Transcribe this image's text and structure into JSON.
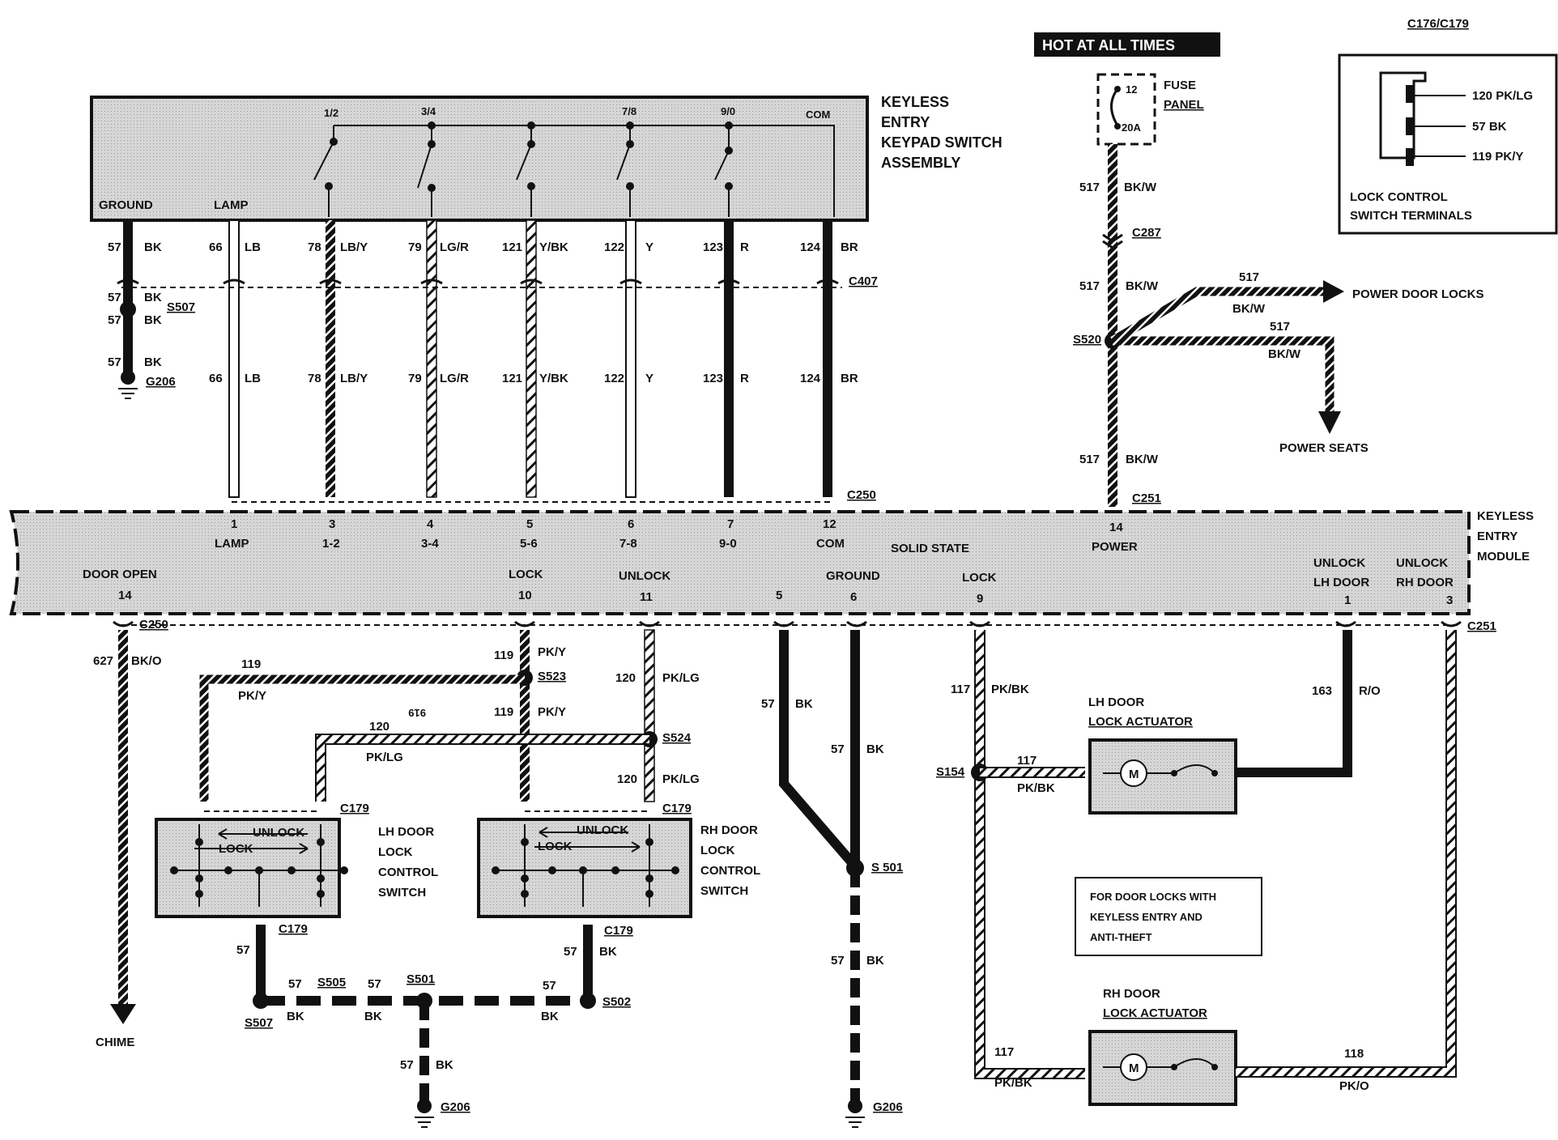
{
  "header": {
    "connector_title": "C176/C179",
    "hot_label": "HOT AT ALL TIMES"
  },
  "fuse": {
    "label_line1": "FUSE",
    "label_line2": "PANEL",
    "number": "12",
    "rating": "20A"
  },
  "lock_terminals": {
    "t1": "120 PK/LG",
    "t2": "57 BK",
    "t3": "119 PK/Y",
    "caption_line1": "LOCK CONTROL",
    "caption_line2": "SWITCH TERMINALS"
  },
  "keypad": {
    "title_line1": "KEYLESS",
    "title_line2": "ENTRY",
    "title_line3": "KEYPAD SWITCH",
    "title_line4": "ASSEMBLY",
    "btn1": "1/2",
    "btn2": "3/4",
    "btn3": "7/8",
    "btn4": "9/0",
    "com": "COM",
    "ground": "GROUND",
    "lamp": "LAMP"
  },
  "wires_top": {
    "w1n": "57",
    "w1c": "BK",
    "w2n": "66",
    "w2c": "LB",
    "w3n": "78",
    "w3c": "LB/Y",
    "w4n": "79",
    "w4c": "LG/R",
    "w5n": "121",
    "w5c": "Y/BK",
    "w6n": "122",
    "w6c": "Y",
    "w7n": "123",
    "w7c": "R",
    "w8n": "124",
    "w8c": "BR"
  },
  "splices": {
    "s507": "S507",
    "g206": "G206",
    "c407": "C407",
    "c250": "C250",
    "c251": "C251",
    "c287": "C287",
    "s520": "S520",
    "s523": "S523",
    "s524": "S524",
    "s501": "S 501",
    "s501b": "S501",
    "s505": "S505",
    "s502": "S502",
    "s154": "S154",
    "c179": "C179"
  },
  "power": {
    "wire_num": "517",
    "wire_color": "BK/W",
    "door_locks": "POWER DOOR LOCKS",
    "seats": "POWER SEATS"
  },
  "module": {
    "title_line1": "KEYLESS",
    "title_line2": "ENTRY",
    "title_line3": "MODULE",
    "solid_state": "SOLID STATE",
    "pins": {
      "p1": "1",
      "p1l": "LAMP",
      "p3": "3",
      "p3l": "1-2",
      "p4": "4",
      "p4l": "3-4",
      "p5": "5",
      "p5l": "5-6",
      "p6": "6",
      "p6l": "7-8",
      "p7": "7",
      "p7l": "9-0",
      "p12": "12",
      "p12l": "COM",
      "p14": "14",
      "p14l": "POWER"
    },
    "bottom": {
      "door_open": "DOOR OPEN",
      "door_open_pin": "14",
      "lock": "LOCK",
      "lock_pin": "10",
      "unlock": "UNLOCK",
      "unlock_pin": "11",
      "pin5": "5",
      "ground": "GROUND",
      "ground_pin": "6",
      "lock2": "LOCK",
      "lock2_pin": "9",
      "unlock_lh_1": "UNLOCK",
      "unlock_lh_2": "LH DOOR",
      "unlock_lh_pin": "1",
      "unlock_rh_1": "UNLOCK",
      "unlock_rh_2": "RH DOOR",
      "unlock_rh_pin": "3"
    }
  },
  "wires_bottom": {
    "w627": "627",
    "bko": "BK/O",
    "w119": "119",
    "pky": "PK/Y",
    "w120": "120",
    "pklg": "PK/LG",
    "w57": "57",
    "bk": "BK",
    "w117": "117",
    "pkbk": "PK/BK",
    "w163": "163",
    "ro": "R/O",
    "w118": "118",
    "pko": "PK/O",
    "glitch": "919"
  },
  "switches": {
    "lh_line1": "LH DOOR",
    "lh_line2": "LOCK",
    "lh_line3": "CONTROL",
    "lh_line4": "SWITCH",
    "rh_line1": "RH DOOR",
    "rh_line2": "LOCK",
    "rh_line3": "CONTROL",
    "rh_line4": "SWITCH",
    "unlock": "UNLOCK",
    "lock": "LOCK"
  },
  "actuators": {
    "lh_line1": "LH DOOR",
    "lh_line2": "LOCK ACTUATOR",
    "rh_line1": "RH DOOR",
    "rh_line2": "LOCK ACTUATOR",
    "motor": "M"
  },
  "note": {
    "line1": "FOR DOOR LOCKS WITH",
    "line2": "KEYLESS ENTRY AND",
    "line3": "ANTI-THEFT"
  },
  "chime": "CHIME"
}
